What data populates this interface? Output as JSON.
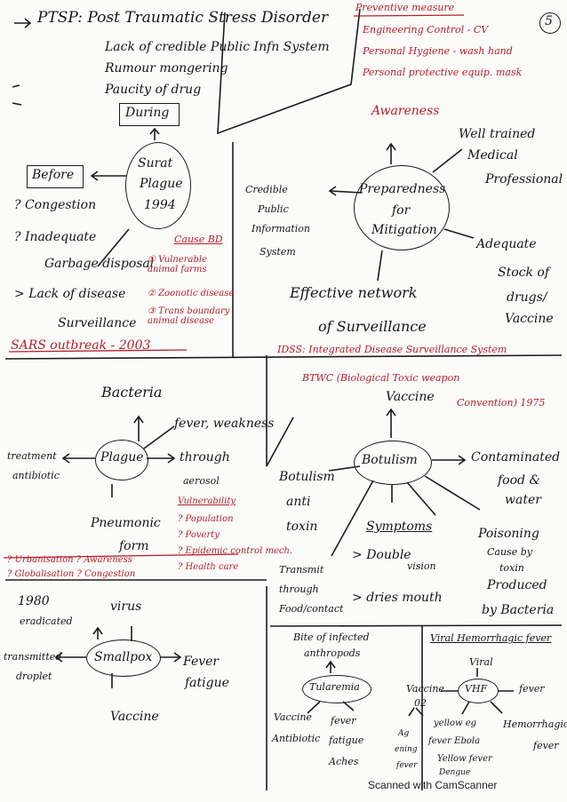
{
  "header": {
    "title": "PTSP: Post Traumatic Stress Disorder",
    "page_number": "5",
    "causes": [
      "Lack of credible Public Infn System",
      "Rumour mongering",
      "Paucity of drug"
    ]
  },
  "prevention": {
    "heading": "Preventive measure",
    "items": [
      "Engineering Control - CV",
      "Personal Hygiene - wash hand",
      "Personal protective equip. mask"
    ]
  },
  "surat_plague": {
    "during": "During",
    "center": [
      "Surat",
      "Plague",
      "1994"
    ],
    "before": "Before",
    "causes": [
      "Congestion",
      "Inadequate",
      "Garbage disposal",
      "Lack of disease",
      "Surveillance"
    ],
    "cause_bd": {
      "heading": "Cause BD",
      "items": [
        "Vulnerable animal farms",
        "Zoonotic disease",
        "Trans boundary animal disease"
      ]
    },
    "sars": "SARS outbreak - 2003"
  },
  "preparedness": {
    "center": [
      "Preparedness",
      "for",
      "Mitigation"
    ],
    "awareness": "Awareness",
    "credible": [
      "Credible",
      "Public",
      "Information",
      "System"
    ],
    "trained": [
      "Well trained",
      "Medical",
      "Professional"
    ],
    "stock": [
      "Adequate",
      "Stock of",
      "drugs/",
      "Vaccine"
    ],
    "network": [
      "Effective network",
      "of Surveillance"
    ],
    "idss": "IDSS: Integrated Disease Surveillance System"
  },
  "plague": {
    "center": "Plague",
    "bacteria": "Bacteria",
    "fever": "fever, weakness",
    "through": [
      "through",
      "aerosol"
    ],
    "treatment": "treatment",
    "antibiotic": "antibiotic",
    "pneumonic": [
      "Pneumonic",
      "form"
    ],
    "vulnerability": {
      "heading": "Vulnerability",
      "items": [
        "Population",
        "Poverty",
        "Epidemic control mech.",
        "Health care"
      ]
    },
    "bottom_row": [
      "Urbanisation",
      "Awareness",
      "Globalisation",
      "Congestion"
    ]
  },
  "botulism": {
    "btwc": [
      "BTWC (Biological Toxic weapon",
      "Convention) 1975"
    ],
    "vaccine": "Vaccine",
    "center": "Botulism",
    "antitoxin": [
      "Botulism",
      "anti",
      "toxin"
    ],
    "contaminated": [
      "Contaminated",
      "food &",
      "water"
    ],
    "symptoms": "Symptoms",
    "double_vision": [
      "Double",
      "vision"
    ],
    "dries_mouth": "dries mouth",
    "poisoning": [
      "Poisoning",
      "Cause by",
      "toxin",
      "Produced",
      "by Bacteria"
    ],
    "transmit": [
      "Transmit",
      "through",
      "Food/contact"
    ]
  },
  "smallpox": {
    "center": "Smallpox",
    "year": "1980",
    "eradicated": "eradicated",
    "virus": "virus",
    "transmitted": [
      "transmitted",
      "droplet"
    ],
    "symptoms": [
      "Fever",
      "fatigue"
    ],
    "vaccine": "Vaccine"
  },
  "tularemia": {
    "bite": [
      "Bite of infected",
      "anthropods"
    ],
    "center": "Tularemia",
    "left": [
      "Vaccine",
      "Antibiotic"
    ],
    "right": [
      "fever",
      "fatigue",
      "Aches"
    ]
  },
  "vhf": {
    "heading": "Viral Hemorrhagic fever",
    "viral": "Viral",
    "center": "VHF",
    "vaccine": [
      "Vaccine",
      "02"
    ],
    "fever": "fever",
    "hemorrhagic": [
      "Hemorrhagic",
      "fever"
    ],
    "examples": [
      "yellow eg",
      "fever Ebola",
      "Yellow fever",
      "Dengue"
    ],
    "small_left": [
      "Ag",
      "ening",
      "fever"
    ]
  },
  "footer": "Scanned with CamScanner"
}
